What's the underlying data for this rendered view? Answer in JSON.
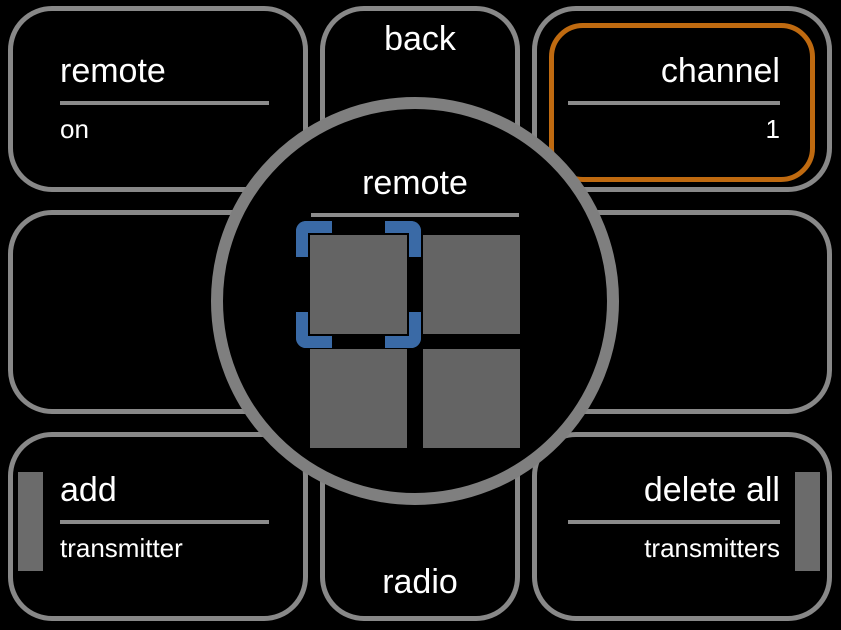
{
  "colors": {
    "background": "#000000",
    "card_border": "#888888",
    "dial_border": "#7f7f7f",
    "underline": "#8b8b8b",
    "slot_gray": "#646464",
    "edge_bar_gray": "#6b6b6b",
    "text": "#ffffff",
    "highlight_orange": "#bf6a10",
    "selector_blue": "#3a6aa6"
  },
  "buttons": {
    "remote_power": {
      "title": "remote",
      "value": "on"
    },
    "back": {
      "label": "back"
    },
    "channel": {
      "title": "channel",
      "value": "1",
      "highlighted": true
    },
    "add_transmitter": {
      "title": "add",
      "value": "transmitter"
    },
    "radio": {
      "label": "radio"
    },
    "delete_all": {
      "title": "delete all",
      "value": "transmitters"
    }
  },
  "center_dial": {
    "title": "remote",
    "slot_count": 4,
    "selected_slot": 1
  }
}
